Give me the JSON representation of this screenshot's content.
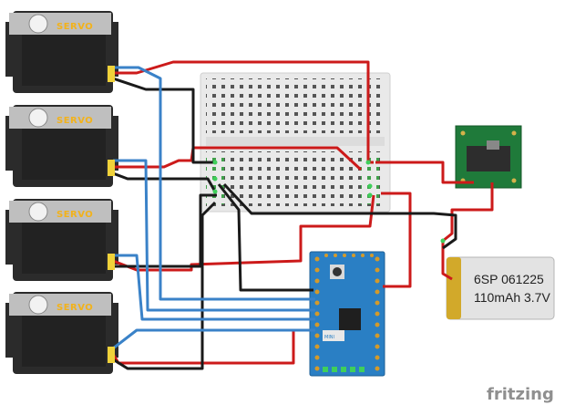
{
  "servos": [
    {
      "label": "SERVO"
    },
    {
      "label": "SERVO"
    },
    {
      "label": "SERVO"
    },
    {
      "label": "SERVO"
    }
  ],
  "battery": {
    "line1": "6SP 061225",
    "line2": "110mAh 3.7V"
  },
  "board": {
    "label": "MINI"
  },
  "brand": {
    "name": "fritzing"
  },
  "colors": {
    "wire_red": "#cc1a1a",
    "wire_black": "#1a1a1a",
    "wire_blue": "#3a82c8",
    "servo_body": "#2b2b2b",
    "breadboard": "#e9e9e9",
    "arduino": "#2a7fc4",
    "switch_board": "#1f7a3a",
    "battery": "#e0e0e0"
  }
}
